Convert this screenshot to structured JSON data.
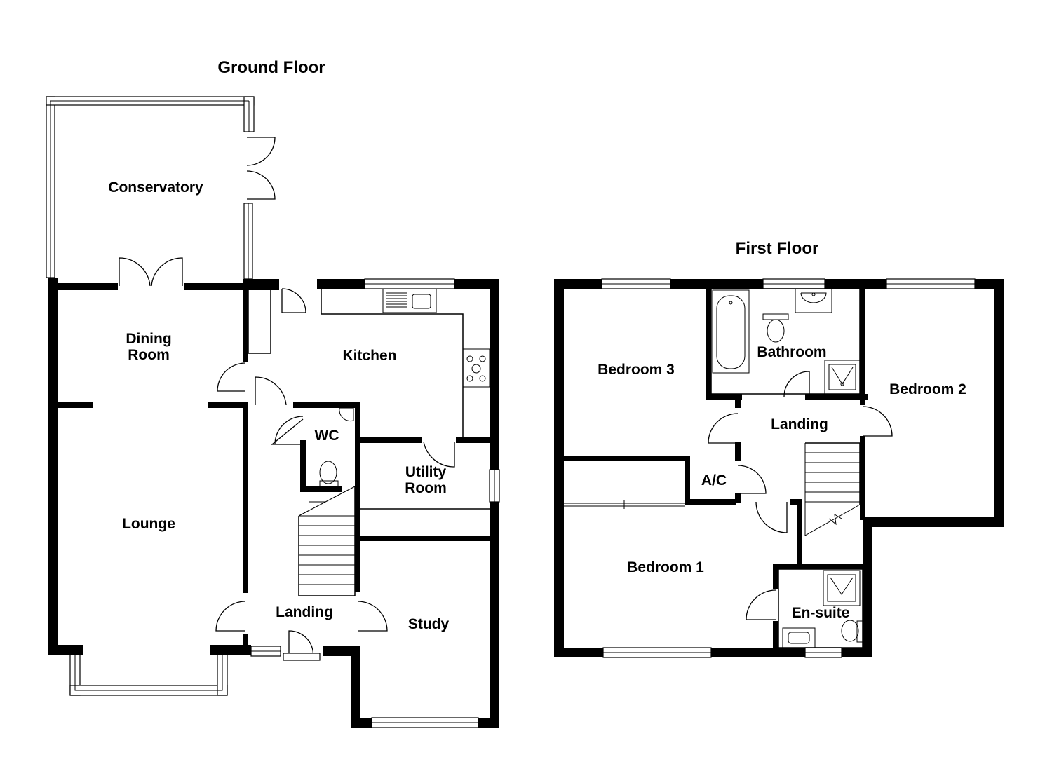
{
  "ground_floor": {
    "title": "Ground Floor",
    "rooms": {
      "conservatory": "Conservatory",
      "dining_room_line1": "Dining",
      "dining_room_line2": "Room",
      "kitchen": "Kitchen",
      "wc": "WC",
      "utility_line1": "Utility",
      "utility_line2": "Room",
      "lounge": "Lounge",
      "landing": "Landing",
      "study": "Study"
    }
  },
  "first_floor": {
    "title": "First Floor",
    "rooms": {
      "bedroom3": "Bedroom 3",
      "bathroom": "Bathroom",
      "bedroom2": "Bedroom 2",
      "landing": "Landing",
      "airing_cupboard": "A/C",
      "bedroom1": "Bedroom 1",
      "ensuite": "En-suite"
    }
  }
}
